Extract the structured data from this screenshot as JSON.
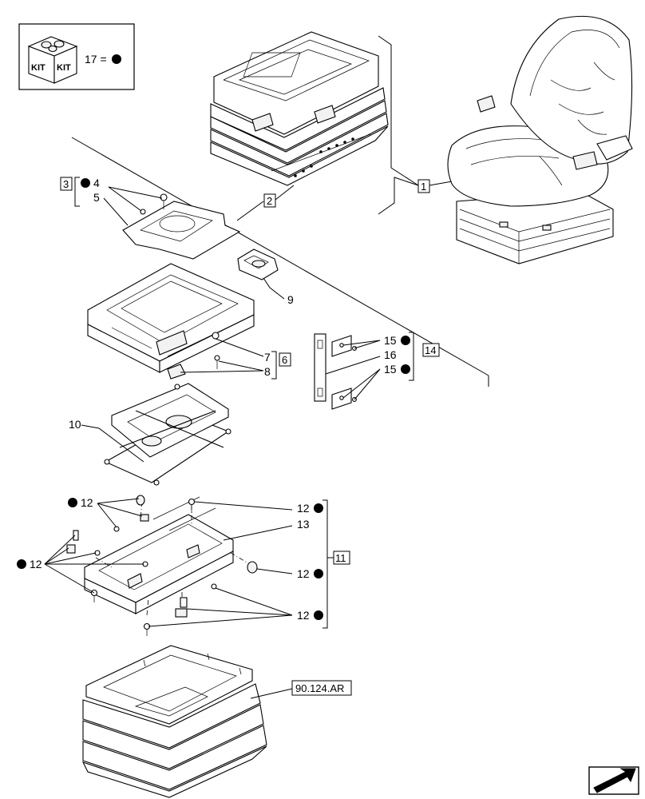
{
  "kit_legend": {
    "icon_text_left": "KIT",
    "icon_text_right": "KIT",
    "text": "17 ="
  },
  "callouts": {
    "c1": "1",
    "c2": "2",
    "c3": "3",
    "c4": "4",
    "c5": "5",
    "c6": "6",
    "c7": "7",
    "c8": "8",
    "c9": "9",
    "c10": "10",
    "c11": "11",
    "c12": "12",
    "c13": "13",
    "c14": "14",
    "c15": "15",
    "c16": "16"
  },
  "reference": "90.124.AR"
}
